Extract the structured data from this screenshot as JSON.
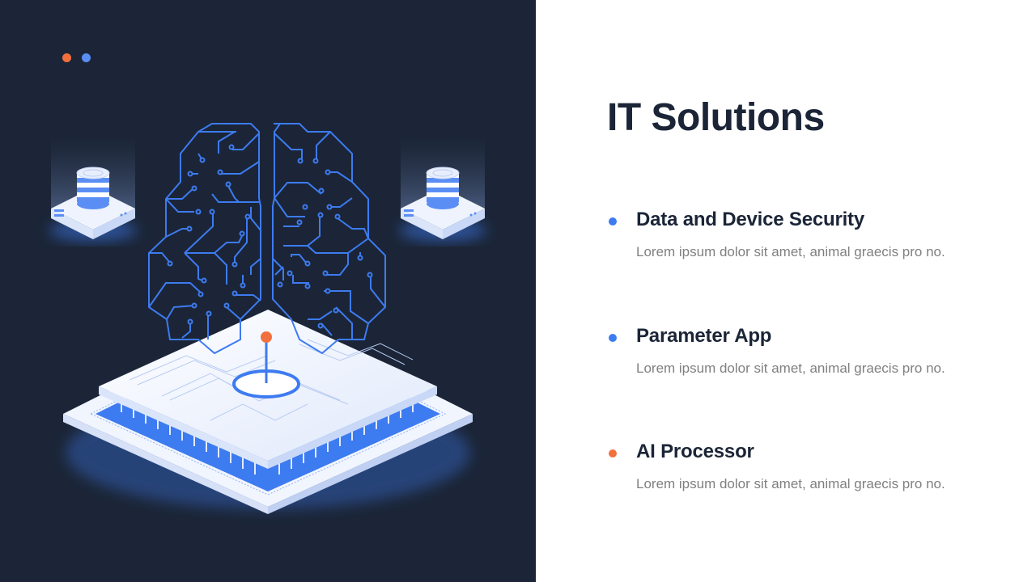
{
  "slide": {
    "title": "IT Solutions",
    "colors": {
      "dark_panel": "#1b2537",
      "title_text": "#1b2537",
      "body_text": "#808080",
      "accent_blue": "#3d7bf0",
      "accent_orange": "#f2703d"
    },
    "decor_dots": [
      {
        "color": "#f2703d"
      },
      {
        "color": "#5b8ef5"
      }
    ],
    "items": [
      {
        "title": "Data and Device Security",
        "description": "Lorem ipsum dolor sit amet, animal graecis pro no.",
        "bullet_color": "#3d7bf0"
      },
      {
        "title": "Parameter App",
        "description": "Lorem ipsum dolor sit amet, animal graecis pro no.",
        "bullet_color": "#3d7bf0"
      },
      {
        "title": "AI Processor",
        "description": "Lorem ipsum dolor sit amet, animal graecis pro no.",
        "bullet_color": "#f2703d"
      }
    ],
    "illustration": {
      "elements": [
        "brain-circuit-icon",
        "cpu-chip-icon",
        "database-server-icon",
        "database-server-icon"
      ]
    }
  }
}
